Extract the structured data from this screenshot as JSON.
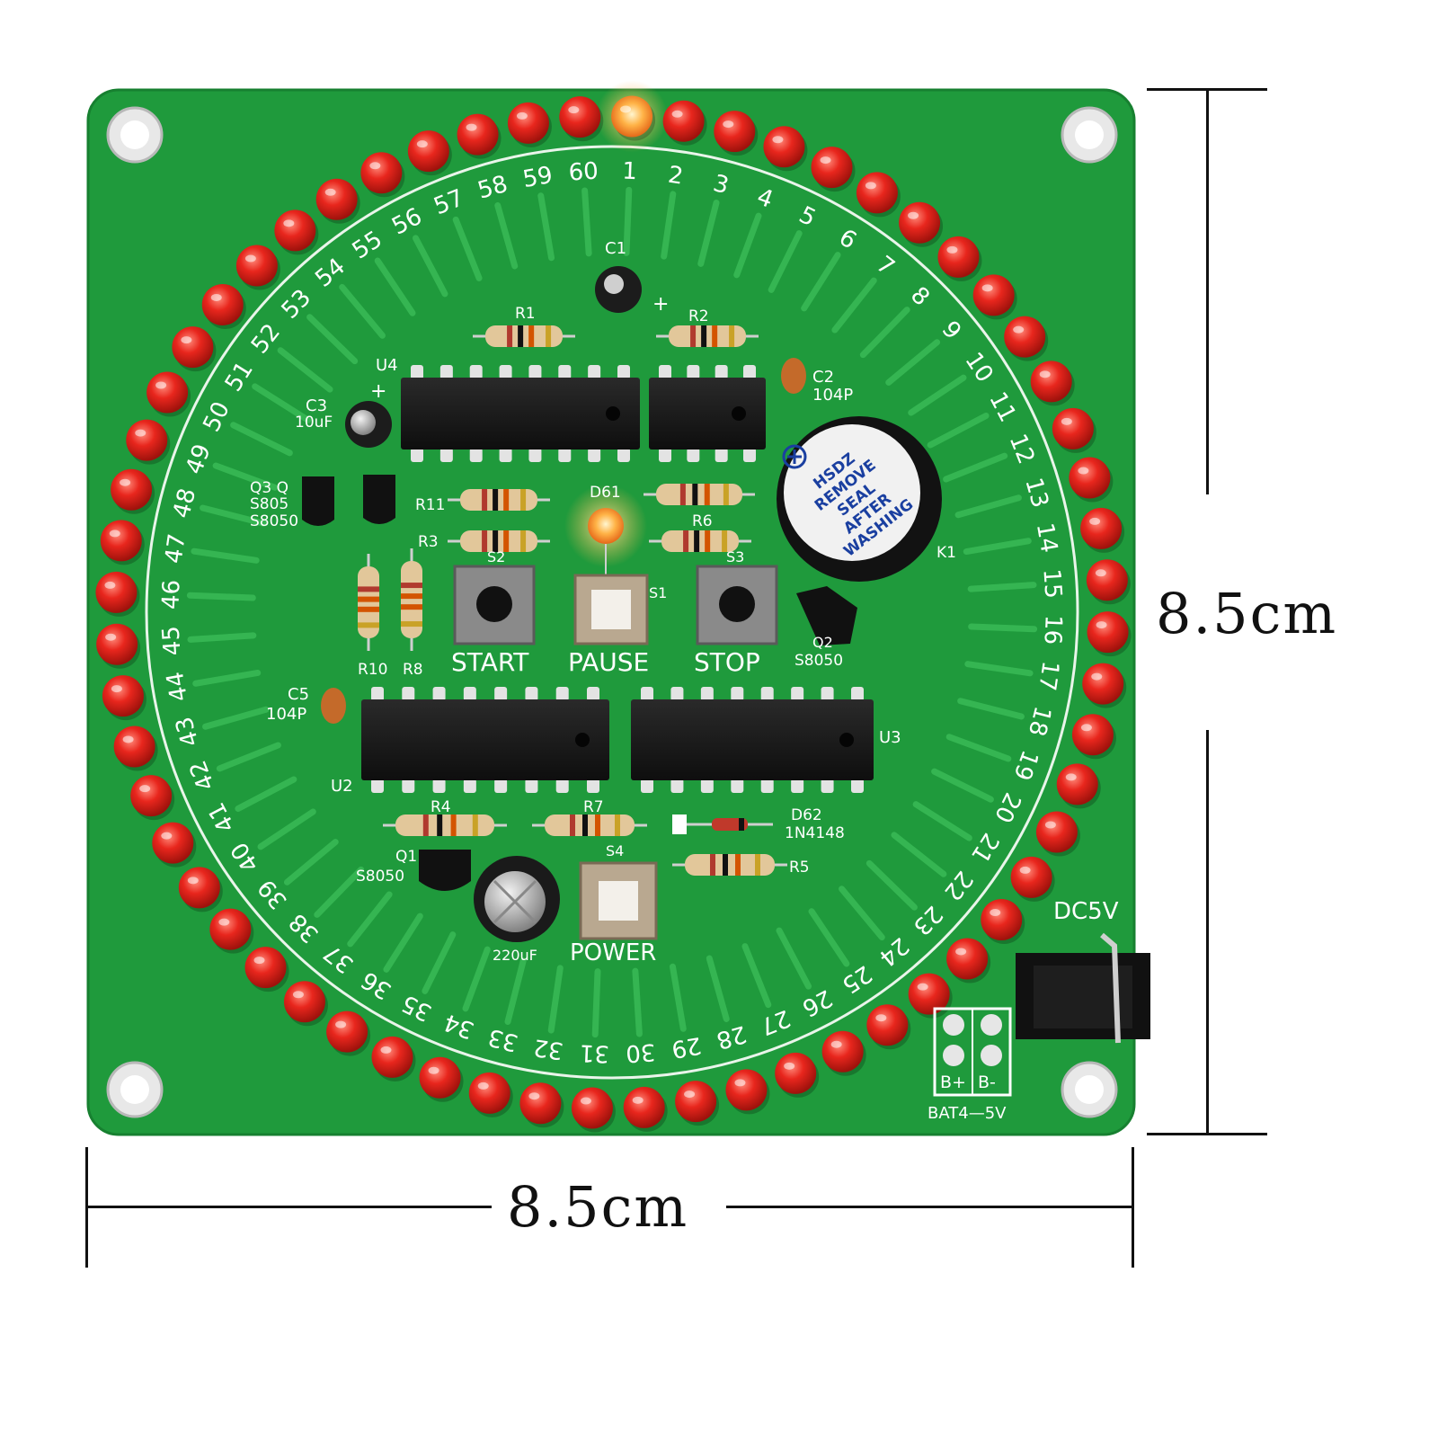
{
  "dimensions": {
    "width_label": "8.5cm",
    "height_label": "8.5cm"
  },
  "led_ring": {
    "numbers": [
      "1",
      "2",
      "3",
      "4",
      "5",
      "6",
      "7",
      "8",
      "9",
      "10",
      "11",
      "12",
      "13",
      "14",
      "15",
      "16",
      "17",
      "18",
      "19",
      "20",
      "21",
      "22",
      "23",
      "24",
      "25",
      "26",
      "27",
      "28",
      "29",
      "30",
      "31",
      "32",
      "33",
      "34",
      "35",
      "36",
      "37",
      "38",
      "39",
      "40",
      "41",
      "42",
      "43",
      "44",
      "45",
      "46",
      "47",
      "48",
      "49",
      "50",
      "51",
      "52",
      "53",
      "54",
      "55",
      "56",
      "57",
      "58",
      "59",
      "60"
    ],
    "lit_index": 0,
    "led_color": "#e8261d",
    "lit_color": "#ffb347"
  },
  "board": {
    "color": "#1f9a3c",
    "silk_color": "#ffffff",
    "buttons": {
      "start": "START",
      "pause": "PAUSE",
      "stop": "STOP",
      "power": "POWER"
    },
    "designators": {
      "u4": "U4",
      "u2": "U2",
      "u3": "U3",
      "r1": "R1",
      "r2": "R2",
      "r3": "R3",
      "r4": "R4",
      "r5": "R5",
      "r6": "R6",
      "r7": "R7",
      "r8": "R8",
      "r10": "R10",
      "r11": "R11",
      "c1": "C1",
      "c2": "C2",
      "c2_value": "104P",
      "c3": "C3",
      "c3_value": "10uF",
      "c5": "C5",
      "c5_value": "104P",
      "q1": "Q1",
      "q1_type": "S8050",
      "q2": "Q2",
      "q2_type": "S8050",
      "q3_line1": "Q3 Q",
      "q3_line2": "S805",
      "q3_line3": "S8050",
      "d61": "D61",
      "d62": "D62",
      "d62_type": "1N4148",
      "s1": "S1",
      "s2": "S2",
      "s3": "S3",
      "s4": "S4",
      "k1": "K1",
      "cap_value": "220uF"
    },
    "buzzer_text": [
      "HSDZ",
      "REMOVE",
      "SEAL",
      "AFTER",
      "WASHING"
    ],
    "dc_jack": "DC5V",
    "battery_pads": {
      "plus": "B+",
      "minus": "B-",
      "label": "BAT4—5V"
    }
  }
}
